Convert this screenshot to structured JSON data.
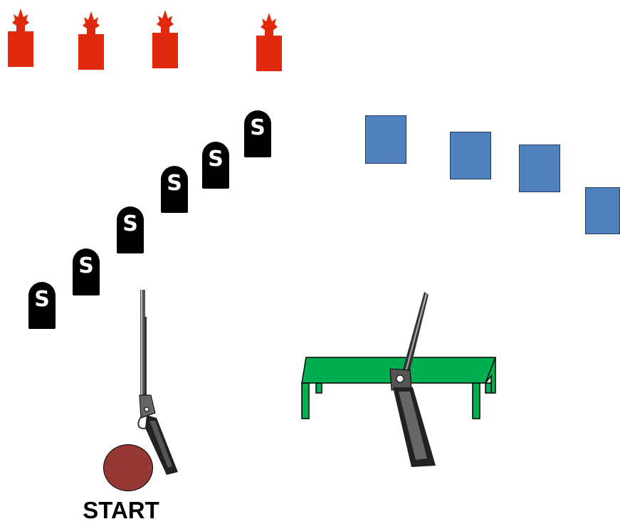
{
  "stage": {
    "start_label": "START",
    "plate_letter": "S",
    "colors": {
      "red_target": "#e02a10",
      "plate": "#000000",
      "plate_letter": "#ffffff",
      "blue_target": "#4f81bd",
      "blue_target_border": "#1f3864",
      "table": "#00b050",
      "start_disc": "#953735"
    },
    "red_targets": [
      {
        "name": "red-target-1"
      },
      {
        "name": "red-target-2"
      },
      {
        "name": "red-target-3"
      },
      {
        "name": "red-target-4"
      }
    ],
    "steel_plates": [
      {
        "label": "S"
      },
      {
        "label": "S"
      },
      {
        "label": "S"
      },
      {
        "label": "S"
      },
      {
        "label": "S"
      },
      {
        "label": "S"
      }
    ],
    "blue_targets": [
      {
        "name": "blue-target-1"
      },
      {
        "name": "blue-target-2"
      },
      {
        "name": "blue-target-3"
      },
      {
        "name": "blue-target-4"
      }
    ],
    "icons": {
      "rifle": "lever-action-rifle-icon",
      "shotgun": "double-barrel-shotgun-icon",
      "table": "table-icon"
    }
  }
}
